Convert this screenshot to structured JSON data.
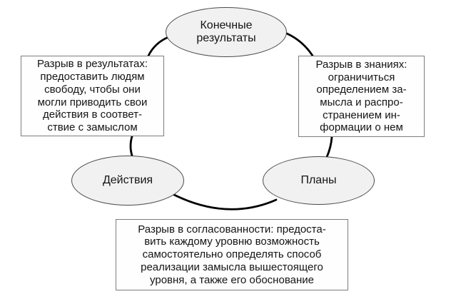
{
  "diagram": {
    "title": "Command cycle with gaps",
    "colors": {
      "ellipse_fill": "#f1f1f1",
      "ellipse_border": "#4a4a4a",
      "box_fill": "#fefefe",
      "box_border": "#7d7d7d",
      "arc_stroke": "#000000",
      "text": "#141414",
      "background": "#ffffff"
    },
    "nodes": {
      "final_results": {
        "label": "Конечные\nрезультаты"
      },
      "actions": {
        "label": "Действия"
      },
      "plans": {
        "label": "Планы"
      }
    },
    "callouts": {
      "results_gap": {
        "text": "Разрыв в результатах:\nпредоставить людям\nсвободу, чтобы они\nмогли приводить свои\nдействия в соответ-\nствие с замыслом"
      },
      "knowledge_gap": {
        "text": "Разрыв в знаниях:\nограничиться\nопределением за-\nмысла и распро-\nстранением ин-\nформации о нем"
      },
      "alignment_gap": {
        "text": "Разрыв в согласованности: предоста-\nвить каждому уровню возможность\nсамостоятельно определять способ\nреализации замысла вышестоящего\nуровня, а также его обоснование"
      }
    }
  }
}
